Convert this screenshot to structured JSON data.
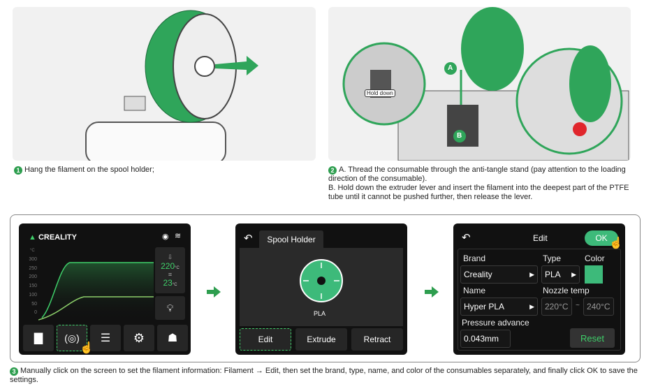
{
  "steps": [
    {
      "num": "1",
      "text": "Hang the filament on the spool holder;"
    },
    {
      "num": "2",
      "text_a": "A. Thread the consumable through the anti-tangle stand (pay attention to the loading direction of the consumable).",
      "text_b": "B. Hold down the extruder lever and insert the filament into the deepest part of the PTFE tube until it cannot be pushed further, then release the lever.",
      "label_a": "A",
      "label_b": "B",
      "hold_down": "Hold down"
    },
    {
      "num": "3",
      "text": "Manually click on the screen to set the filament information: Filament → Edit, then set the brand, type, name, and color of the consumables separately, and finally click OK to save the settings."
    }
  ],
  "screen1": {
    "logo": "CREALITY",
    "unit": "°C",
    "y_ticks": [
      "300",
      "250",
      "200",
      "150",
      "100",
      "50",
      "0"
    ],
    "nozzle_temp": "220",
    "bed_temp": "23",
    "temp_unit": "°C",
    "icons": [
      "folder-icon",
      "filament-spool-icon",
      "sliders-icon",
      "gear-icon",
      "robot-icon"
    ]
  },
  "screen2": {
    "tab": "Spool Holder",
    "material": "PLA",
    "buttons": [
      "Edit",
      "Extrude",
      "Retract"
    ]
  },
  "screen3": {
    "title": "Edit",
    "ok": "OK",
    "brand_label": "Brand",
    "brand": "Creality",
    "type_label": "Type",
    "type": "PLA",
    "color_label": "Color",
    "color": "#3dba7a",
    "name_label": "Name",
    "name": "Hyper PLA",
    "nozzle_label": "Nozzle temp",
    "nozzle_min": "220°C",
    "tilde": "~",
    "nozzle_max": "240°C",
    "pa_label": "Pressure advance",
    "pa": "0.043mm",
    "reset": "Reset"
  },
  "colors": {
    "accent": "#3fcf6a",
    "filament": "#2fa55a"
  }
}
